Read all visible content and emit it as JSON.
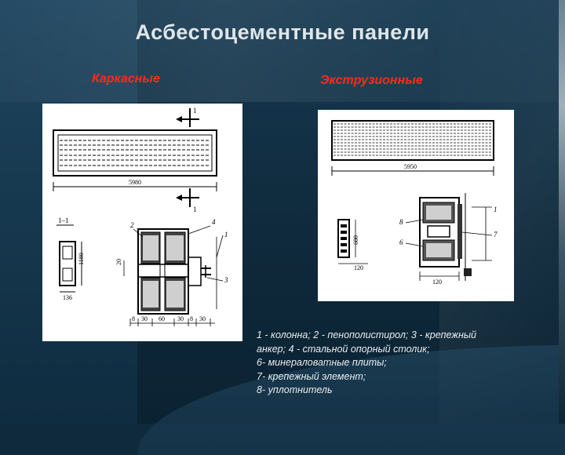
{
  "slide": {
    "title": "Асбестоцементные панели"
  },
  "left_panel": {
    "heading": "Каркасные",
    "labels": {
      "section_mark_top": "1",
      "section_mark_bottom": "1",
      "length_dim": "5980",
      "section_title": "1–1",
      "height_dim": "1180",
      "width_dim": "136",
      "callout_1": "1",
      "callout_2": "2",
      "callout_3": "3",
      "callout_4": "4",
      "small_dim": "20",
      "bottom_dims": [
        "8",
        "30",
        "60",
        "30",
        "8",
        "30"
      ]
    }
  },
  "right_panel": {
    "heading": "Экструзионные",
    "labels": {
      "length_dim": "5950",
      "height_dim": "600",
      "width_dim_left": "120",
      "width_dim_bottom": "120",
      "callout_1": "1",
      "callout_7": "7",
      "callout_8": "8",
      "callout_6": "6"
    }
  },
  "legend": {
    "lines": [
      "1 - колонна; 2 - пенополистирол; 3 - крепежный",
      "анкер; 4 - стальной опорный столик;",
      "6- минераловатные плиты;",
      "7- крепежный элемент;",
      "8- уплотнитель"
    ]
  },
  "colors": {
    "title": "#dfe6ea",
    "subtitle": "#ff2a1a",
    "background": "#0f2a3c"
  }
}
